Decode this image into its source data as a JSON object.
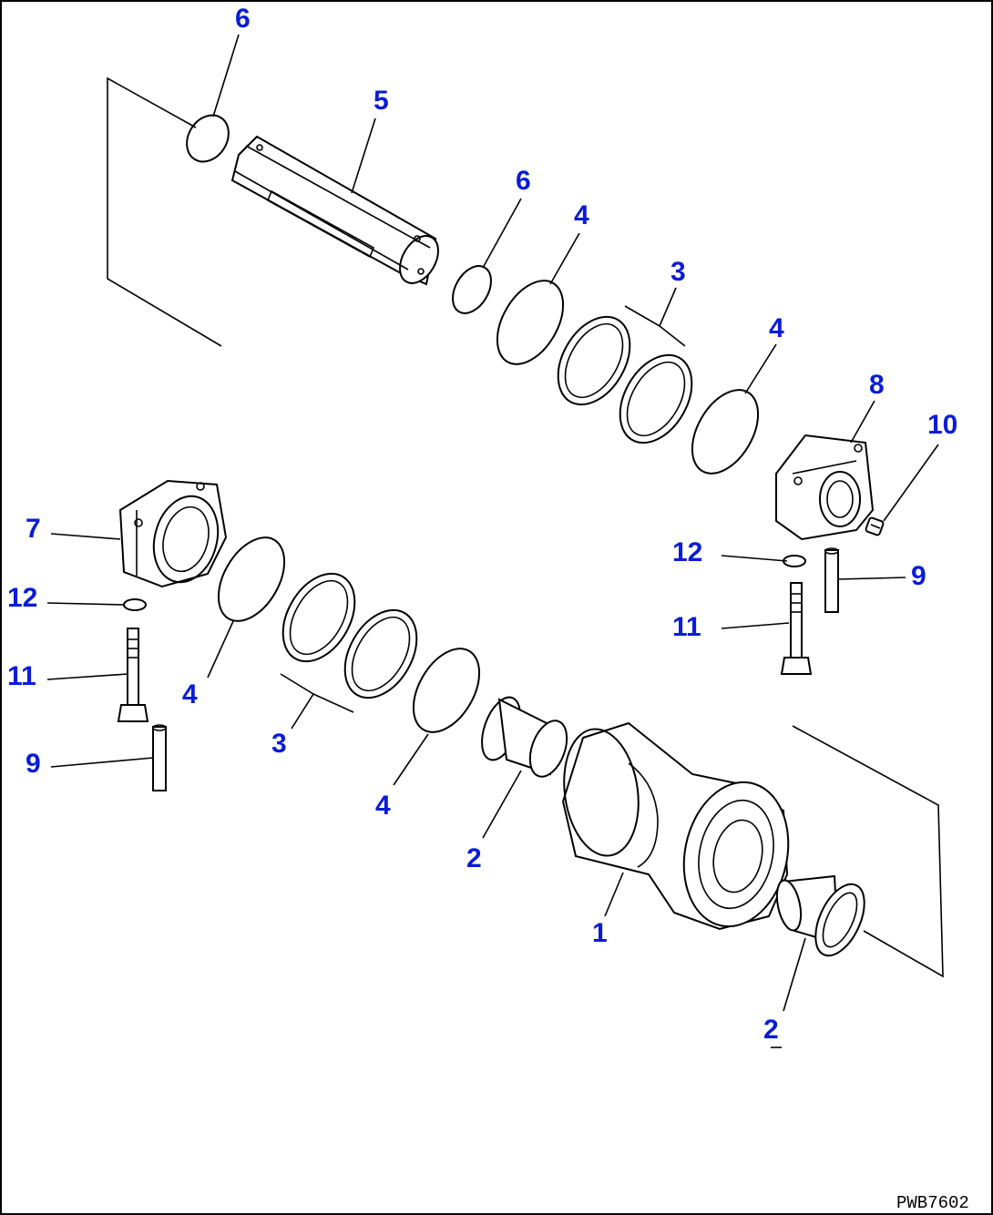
{
  "diagram": {
    "drawing_code": "PWB7602",
    "callouts": [
      "1",
      "2",
      "2",
      "3",
      "3",
      "4",
      "4",
      "4",
      "4",
      "5",
      "6",
      "6",
      "7",
      "8",
      "9",
      "9",
      "10",
      "11",
      "11",
      "12",
      "12"
    ]
  },
  "colors": {
    "callout": "#0a1cd6",
    "line": "#000000",
    "background": "#ffffff"
  }
}
